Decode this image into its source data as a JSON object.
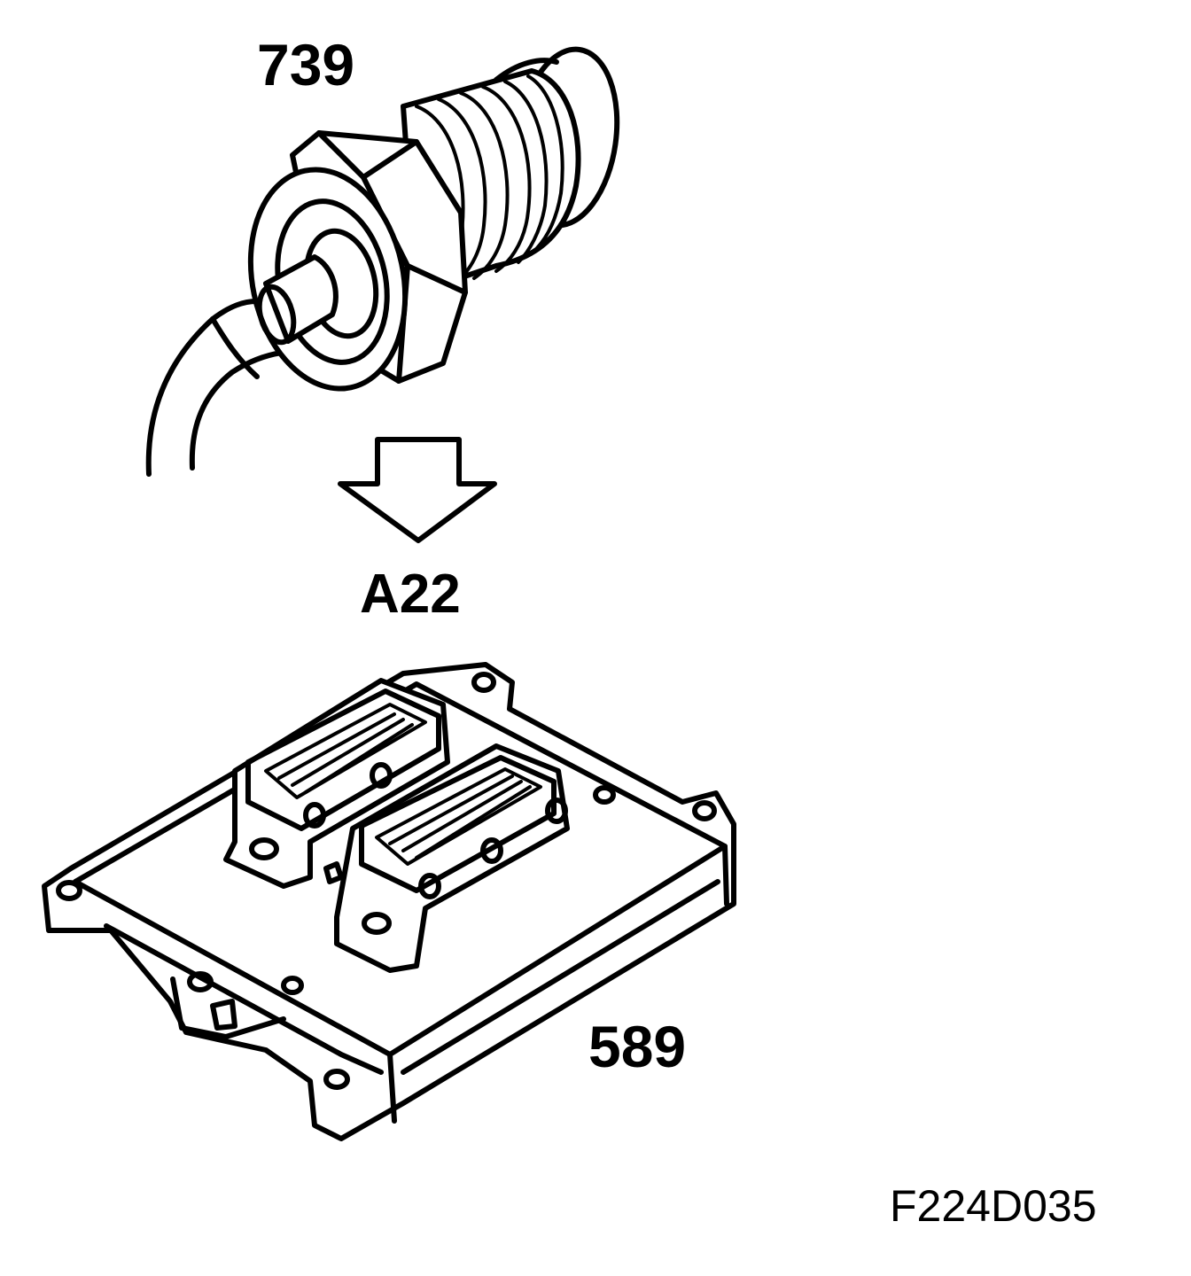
{
  "labels": {
    "sensor": "739",
    "connection": "A22",
    "control_module": "589",
    "figure_code": "F224D035"
  }
}
